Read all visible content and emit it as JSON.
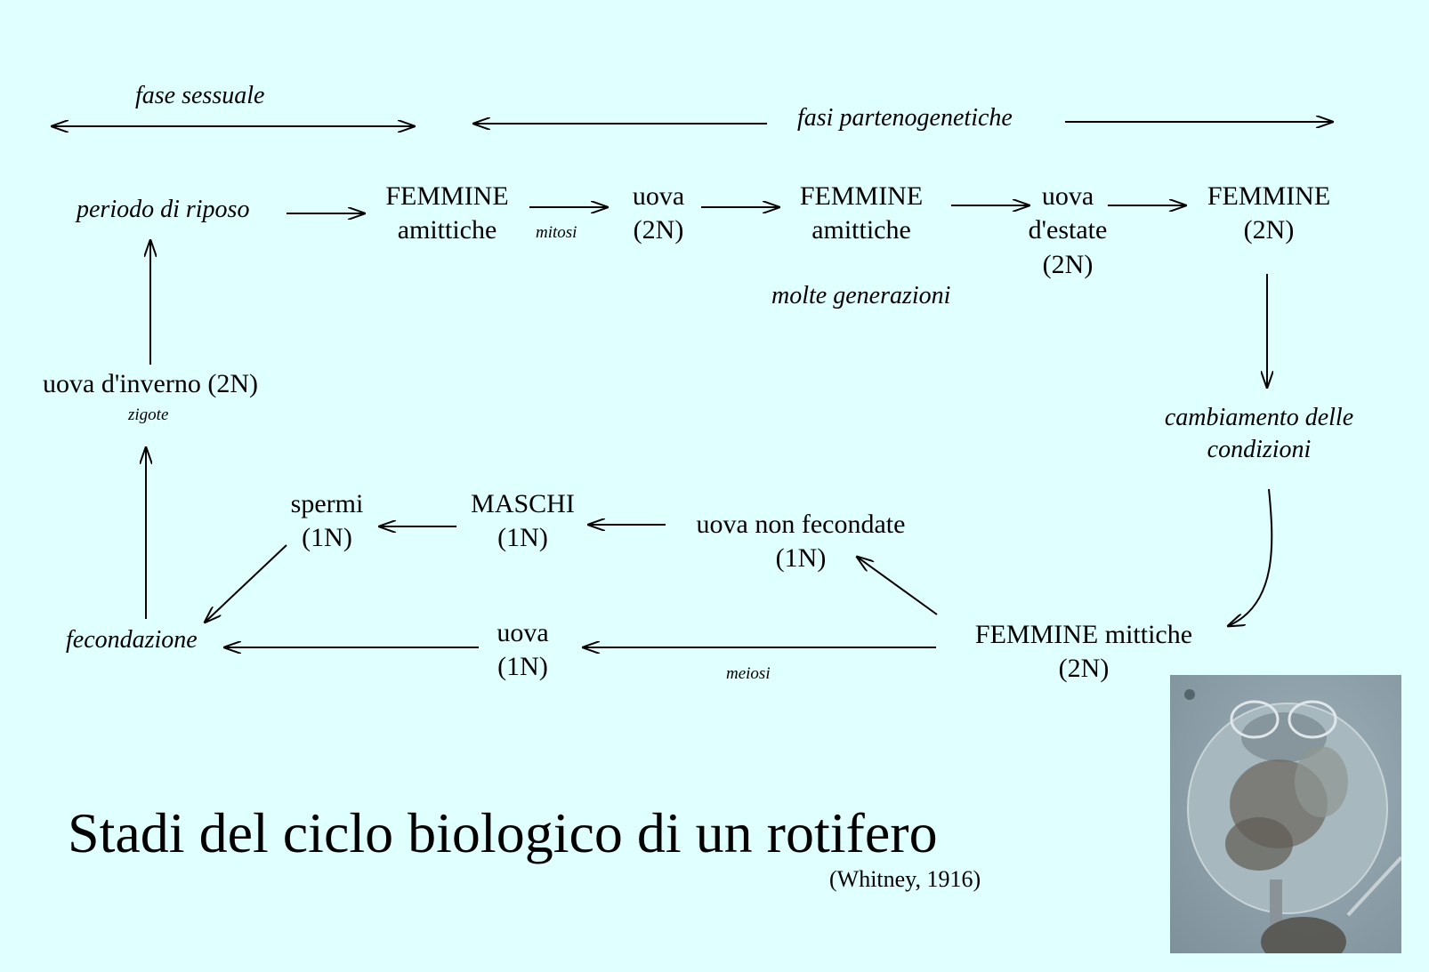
{
  "labels": {
    "phase_sexual": "fase sessuale",
    "phase_parthenogenetic": "fasi partenogenetiche",
    "rest_period": "periodo di riposo",
    "amictic_females_1": [
      "FEMMINE",
      "amittiche"
    ],
    "mitosis": "mitosi",
    "eggs_2n": [
      "uova",
      "(2N)"
    ],
    "amictic_females_2": [
      "FEMMINE",
      "amittiche"
    ],
    "many_generations": "molte generazioni",
    "summer_eggs": [
      "uova",
      "d'estate",
      "(2N)"
    ],
    "females_2n": [
      "FEMMINE",
      "(2N)"
    ],
    "change_conditions": [
      "cambiamento delle",
      "condizioni"
    ],
    "winter_eggs": "uova d'inverno (2N)",
    "zygotes": "zigote",
    "sperm": [
      "spermi",
      "(1N)"
    ],
    "males": [
      "MASCHI",
      "(1N)"
    ],
    "unfertilized_eggs": [
      "uova non fecondate",
      "(1N)"
    ],
    "fertilization": "fecondazione",
    "eggs_1n": [
      "uova",
      "(1N)"
    ],
    "meiosis": "meiosi",
    "mictic_females": [
      "FEMMINE mittiche",
      "(2N)"
    ]
  },
  "title": "Stadi del ciclo biologico di un rotifero",
  "source": "(Whitney, 1916)",
  "colors": {
    "background": "#e0ffff",
    "text": "#000000"
  }
}
